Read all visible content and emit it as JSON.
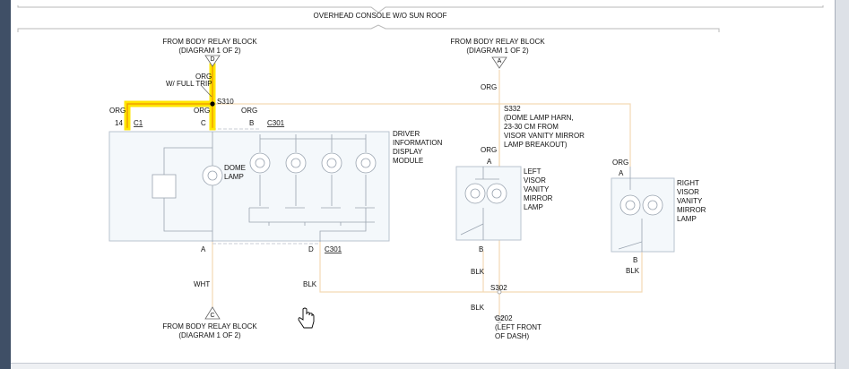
{
  "header": {
    "title": "OVERHEAD CONSOLE W/O SUN ROOF"
  },
  "colors": {
    "highlight": "#ffe600",
    "highlight_core": "#f0a000",
    "wire": "#f3d9b5",
    "box_fill": "#f4f8fb",
    "box_stroke": "#b9c3cf",
    "line": "#333333"
  },
  "top_left_source": {
    "line1": "FROM BODY RELAY BLOCK",
    "line2": "(DIAGRAM 1 OF 2)",
    "pin": "D"
  },
  "top_right_source": {
    "line1": "FROM BODY RELAY BLOCK",
    "line2": "(DIAGRAM 1 OF 2)",
    "pin": "A"
  },
  "bottom_left_source": {
    "line1": "FROM BODY RELAY BLOCK",
    "line2": "(DIAGRAM 1 OF 2)",
    "pin": "C"
  },
  "wires": {
    "org": "ORG",
    "wht": "WHT",
    "blk": "BLK",
    "full_trip": "W/ FULL TRIP"
  },
  "splices": {
    "s310": "S310",
    "s332": {
      "id": "S332",
      "line1": "(DOME LAMP HARN,",
      "line2": "23-30 CM FROM",
      "line3": "VISOR VANITY MIRROR",
      "line4": "LAMP BREAKOUT)"
    },
    "s302": "S302"
  },
  "connectors": {
    "c1": "C1",
    "c301_top": "C301",
    "c301_bottom": "C301"
  },
  "pins": {
    "p14": "14",
    "c": "C",
    "b": "B",
    "a_bottom": "A",
    "d_bottom": "D",
    "left_visor_a": "A",
    "left_visor_b": "B",
    "right_visor_a": "A",
    "right_visor_b": "B"
  },
  "dim_module": {
    "line1": "DRIVER",
    "line2": "INFORMATION",
    "line3": "DISPLAY",
    "line4": "MODULE"
  },
  "dome_lamp": {
    "line1": "DOME",
    "line2": "LAMP"
  },
  "left_visor": {
    "line1": "LEFT",
    "line2": "VISOR",
    "line3": "VANITY",
    "line4": "MIRROR",
    "line5": "LAMP"
  },
  "right_visor": {
    "line1": "RIGHT",
    "line2": "VISOR",
    "line3": "VANITY",
    "line4": "MIRROR",
    "line5": "LAMP"
  },
  "ground": {
    "id": "G202",
    "line1": "(LEFT FRONT",
    "line2": "OF DASH)"
  }
}
